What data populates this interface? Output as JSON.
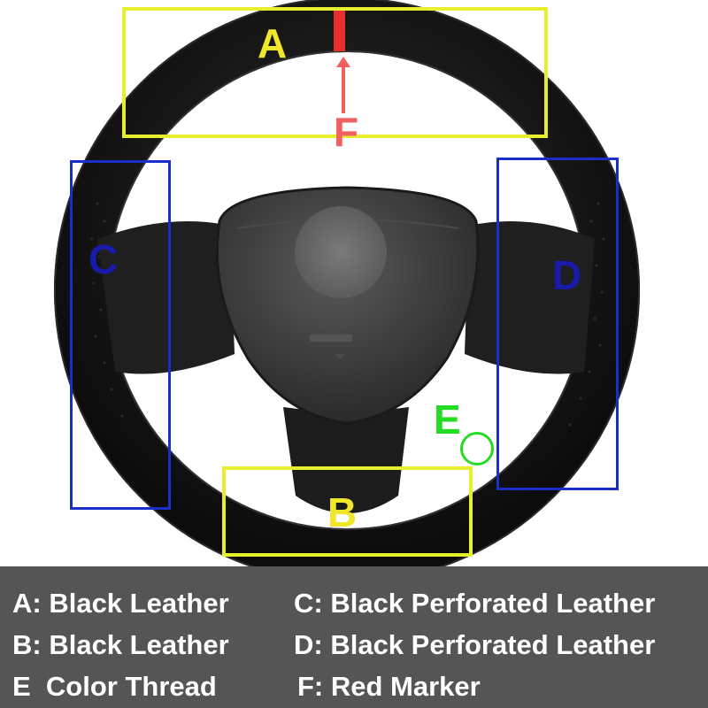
{
  "diagram": {
    "zones": [
      {
        "id": "A",
        "label": "A",
        "box_color": "#e6ee2e",
        "label_color": "#f0e62a"
      },
      {
        "id": "B",
        "label": "B",
        "box_color": "#e6ee2e",
        "label_color": "#f0e62a"
      },
      {
        "id": "C",
        "label": "C",
        "box_color": "#1a2ec8",
        "label_color": "#1a1aa8"
      },
      {
        "id": "D",
        "label": "D",
        "box_color": "#1a2ec8",
        "label_color": "#1a1aa8"
      },
      {
        "id": "E",
        "label": "E",
        "box_color": "#22dd22",
        "label_color": "#22dd22"
      },
      {
        "id": "F",
        "label": "F",
        "box_color": "#f06060",
        "label_color": "#f06060"
      }
    ]
  },
  "legend": {
    "rows": [
      {
        "left": "A: Black Leather",
        "right": "C: Black Perforated Leather"
      },
      {
        "left": "B: Black Leather",
        "right": "D: Black Perforated Leather"
      },
      {
        "left": "E  Color Thread",
        "right": "F: Red Marker"
      }
    ]
  },
  "colors": {
    "leather": "#151515",
    "hub": "#3a3a3a",
    "red_marker": "#e63030",
    "legend_bg": "#555555"
  }
}
